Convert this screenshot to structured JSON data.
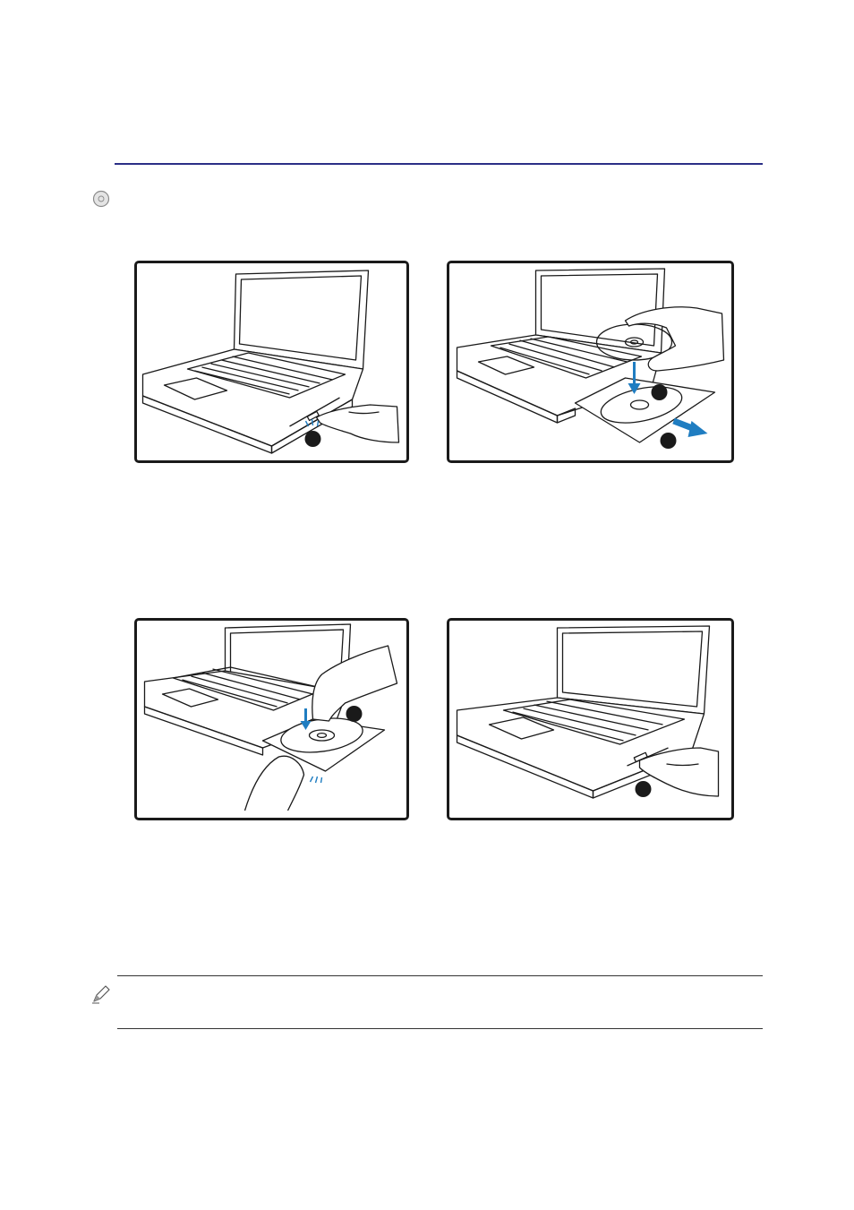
{
  "page": {
    "header_rule_color": "#2b2f86",
    "accent_blue": "#1f7dc1",
    "outline_color": "#1a1a1a"
  },
  "icons": {
    "bullet": "disc-bullet-icon",
    "note": "pencil-note-icon"
  },
  "figures": [
    {
      "step_markers": 1,
      "arrows": [],
      "depicts": "finger-press-eject-button"
    },
    {
      "step_markers": 2,
      "arrows": [
        "down",
        "right"
      ],
      "depicts": "tray-open-insert-disc"
    },
    {
      "step_markers": 1,
      "arrows": [
        "down"
      ],
      "depicts": "press-disc-onto-hub"
    },
    {
      "step_markers": 1,
      "arrows": [],
      "depicts": "push-tray-closed"
    }
  ]
}
